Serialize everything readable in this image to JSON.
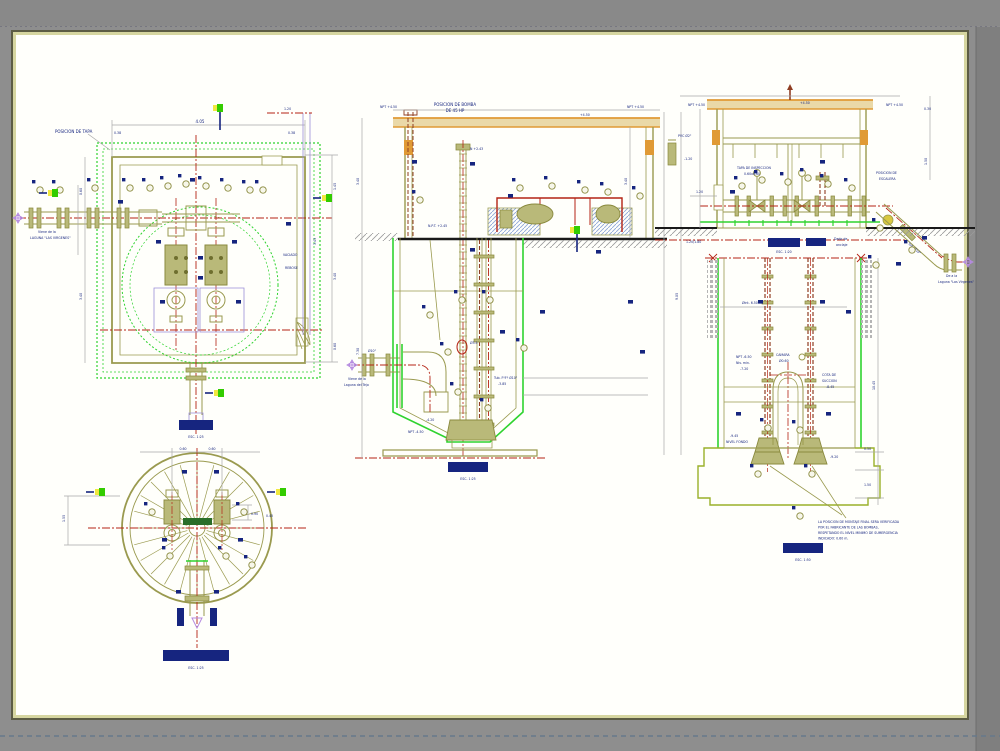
{
  "window": {
    "bg": "#8e8e8e",
    "paper": "#fffffb",
    "border_khaki": "#d6d6a0",
    "border_dark": "#5c5c44",
    "right_strip": "#7f7f7f"
  },
  "colors": {
    "green": "#2fd32f",
    "olive": "#9a9a4f",
    "orange": "#e09a35",
    "red": "#b42314",
    "brown": "#8f3d22",
    "navy": "#16257f",
    "purple": "#9b8fd8",
    "dim_gray": "#a9a9a9",
    "ground_black": "#1a1a1a",
    "hatch_blue": "#8fa8d8",
    "marker_green": "#33cc00",
    "marker_yellow": "#f0e840"
  },
  "plan_tank": {
    "callout_top": "POSICION DE TAPA",
    "dim_width": "4.05",
    "dim_off_l": "0.38",
    "dim_off_r": "0.38",
    "dim_top_right": "1.20",
    "dim_h1": "1.45",
    "dim_h2": "3.40",
    "dim_h3": "0.60",
    "dim_left1": "0.60",
    "dim_left2": "3.40",
    "dim_purple": "3.43",
    "label_vaciado": "VACIADO",
    "label_rebose": "REBOSE",
    "inlet_l1": "Viene de la",
    "inlet_l2": "LAGUNA \"LAS VIRGENES\"",
    "scale": "ESC. 1:25"
  },
  "plan_circle": {
    "dim_t1": "0.60",
    "dim_t2": "0.60",
    "dim_l": "1.55",
    "dim_r": "0.90",
    "label_r": "0.45",
    "scale": "ESC. 1:25"
  },
  "section_a": {
    "title_l1": "POSICION DE BOMBA",
    "title_l2": "DE 45 HP",
    "lvl_left": "NPT +4.50",
    "lvl_mid": "+4.50",
    "lvl_right": "NPT +4.50",
    "guide_top": "N +2.43",
    "npt_floor": "N.P.T. +2.45",
    "pipe_label": "Tub. FºFº Ø10\"",
    "pipe_level": "-3.85",
    "ring_label": "Ø3.5",
    "lvl_m420": "-4.20",
    "lvl_m450": "NPT -4.50",
    "out_l1": "Viene de la",
    "out_l2": "Laguna del Tejo",
    "out_dia": "Ø10\"",
    "dim_1": "3.40",
    "dim_2": "7.30",
    "dim_3": "3.40",
    "dim_4": "9.05",
    "scale": "ESC. 1:25"
  },
  "section_b": {
    "lvl_left": "NPT +4.50",
    "lvl_mid": "+4.50",
    "lvl_right": "NPT +4.50",
    "dim_tr": "0.30",
    "hatch_label": "TAPA DE INSPECCION",
    "hatch_label2": "0.60x0.60",
    "door_l1": "POSICION DE",
    "door_l2": "ESCALERA",
    "pvc": "PVC Ø2\"",
    "pvc_lvl": "-1.20",
    "dim_left": "1.20",
    "base_lvl": "1.20/1.80",
    "anchor_l1": "Dado de",
    "anchor_l2": "anclaje",
    "diag_label": "Tub. Ø10\"",
    "out_l1": "De a la",
    "out_l2": "Laguna \"Las Virgenes\"",
    "dim_right": "1.50",
    "scale": "ESC. 1:20"
  },
  "section_c": {
    "dim_int": "Øint. 6.50",
    "lvl_l1": "NPT -6.50",
    "lvl_l2": "Niv. min.",
    "lvl_l3": "-7.20",
    "arch_l1": "CAMARA",
    "arch_l2": "Ø0.60",
    "lvl_r1": "COTA DE",
    "lvl_r2": "SUCCION",
    "lvl_r3": "-8.45",
    "fondo_l1": "-9.45",
    "fondo_l2": "NIVEL FONDO",
    "lvl_b": "-9.20",
    "dim_v": "10.45",
    "dim_b1": "0.50",
    "dim_b2": "1.50",
    "note_l1": "LA POSICION DE MONTAJE FINAL SERA VERIFICADA",
    "note_l2": "POR EL FABRICANTE DE LAS BOMBAS,",
    "note_l3": "RESPETANDO EL NIVEL MINIMO DE SUMERGENCIA",
    "note_l4": "INDICADO: 0.60 m.",
    "scale": "ESC. 1:50"
  }
}
